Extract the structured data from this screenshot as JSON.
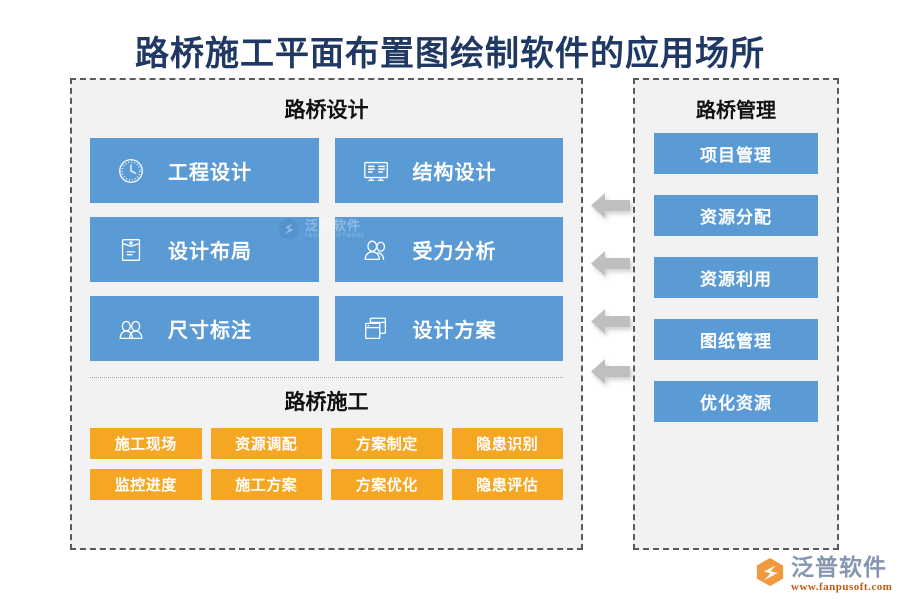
{
  "page": {
    "title": "路桥施工平面布置图绘制软件的应用场所"
  },
  "design_panel": {
    "title": "路桥设计",
    "cards": [
      {
        "label": "工程设计",
        "icon": "clock-icon"
      },
      {
        "label": "结构设计",
        "icon": "document-board-icon"
      },
      {
        "label": "设计布局",
        "icon": "envelope-icon"
      },
      {
        "label": "受力分析",
        "icon": "users-icon"
      },
      {
        "label": "尺寸标注",
        "icon": "users-icon"
      },
      {
        "label": "设计方案",
        "icon": "windows-stack-icon"
      }
    ]
  },
  "construction_panel": {
    "title": "路桥施工",
    "tags": [
      "施工现场",
      "资源调配",
      "方案制定",
      "隐患识别",
      "监控进度",
      "施工方案",
      "方案优化",
      "隐患评估"
    ]
  },
  "manage_panel": {
    "title": "路桥管理",
    "items": [
      "项目管理",
      "资源分配",
      "资源利用",
      "图纸管理",
      "优化资源"
    ]
  },
  "arrows": {
    "count": 4,
    "direction": "left",
    "icon": "arrow-left-icon"
  },
  "watermark": {
    "cn": "泛普软件",
    "en": "FANPU SOFTWARE"
  },
  "brand": {
    "name": "泛普软件",
    "url": "www.fanpusoft.com"
  },
  "colors": {
    "card_blue": "#5b9bd5",
    "tag_orange": "#f5a623",
    "panel_bg": "#f2f2f2",
    "panel_border": "#595959",
    "title_navy": "#1f3864",
    "arrow_gray": "#bfbfbf",
    "logo_cn": "#8496b0",
    "logo_url": "#c55a11"
  }
}
